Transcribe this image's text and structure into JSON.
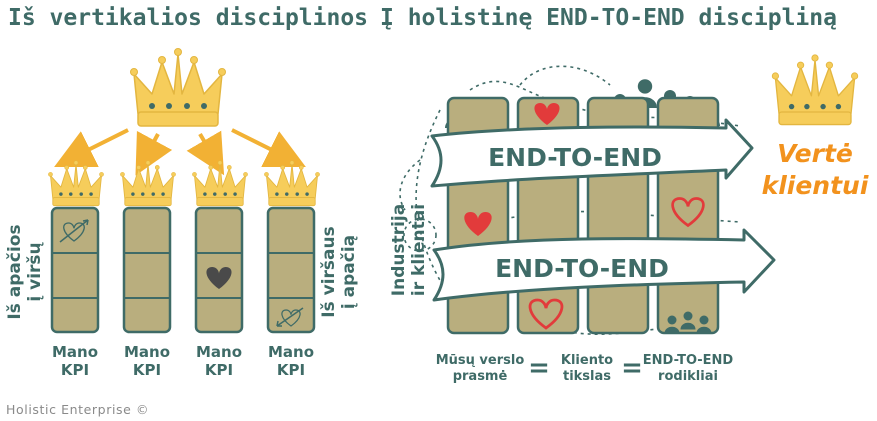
{
  "left": {
    "title": "Iš vertikalios disciplinos",
    "side_left": [
      "Iš apačios",
      "į viršų"
    ],
    "side_right": [
      "Iš viršaus",
      "į apačią"
    ],
    "columns": [
      {
        "label_line1": "Mano",
        "label_line2": "KPI",
        "icon": "target-heart-icon-outline"
      },
      {
        "label_line1": "Mano",
        "label_line2": "KPI",
        "icon": "none"
      },
      {
        "label_line1": "Mano",
        "label_line2": "KPI",
        "icon": "heart-icon-filled-dark"
      },
      {
        "label_line1": "Mano",
        "label_line2": "KPI",
        "icon": "target-heart-icon-outline"
      }
    ]
  },
  "right": {
    "title": "Į holistinę END-TO-END discipliną",
    "side": [
      "Industrija",
      "ir klientai"
    ],
    "band_top": "END-TO-END",
    "band_bottom": "END-TO-END",
    "value": [
      "Vertė",
      "klientui"
    ],
    "equation": {
      "term1": [
        "Mūsų verslo",
        "prasmė"
      ],
      "term2": [
        "Kliento",
        "tikslas"
      ],
      "term3": [
        "END-TO-END",
        "rodikliai"
      ],
      "operator": "="
    }
  },
  "footer": "Holistic Enterprise ©",
  "colors": {
    "teal": "#3f6b67",
    "khaki": "#b9ae7e",
    "crown": "#f6cd5b",
    "orange": "#f2921d",
    "heart_red": "#e23b3b"
  }
}
